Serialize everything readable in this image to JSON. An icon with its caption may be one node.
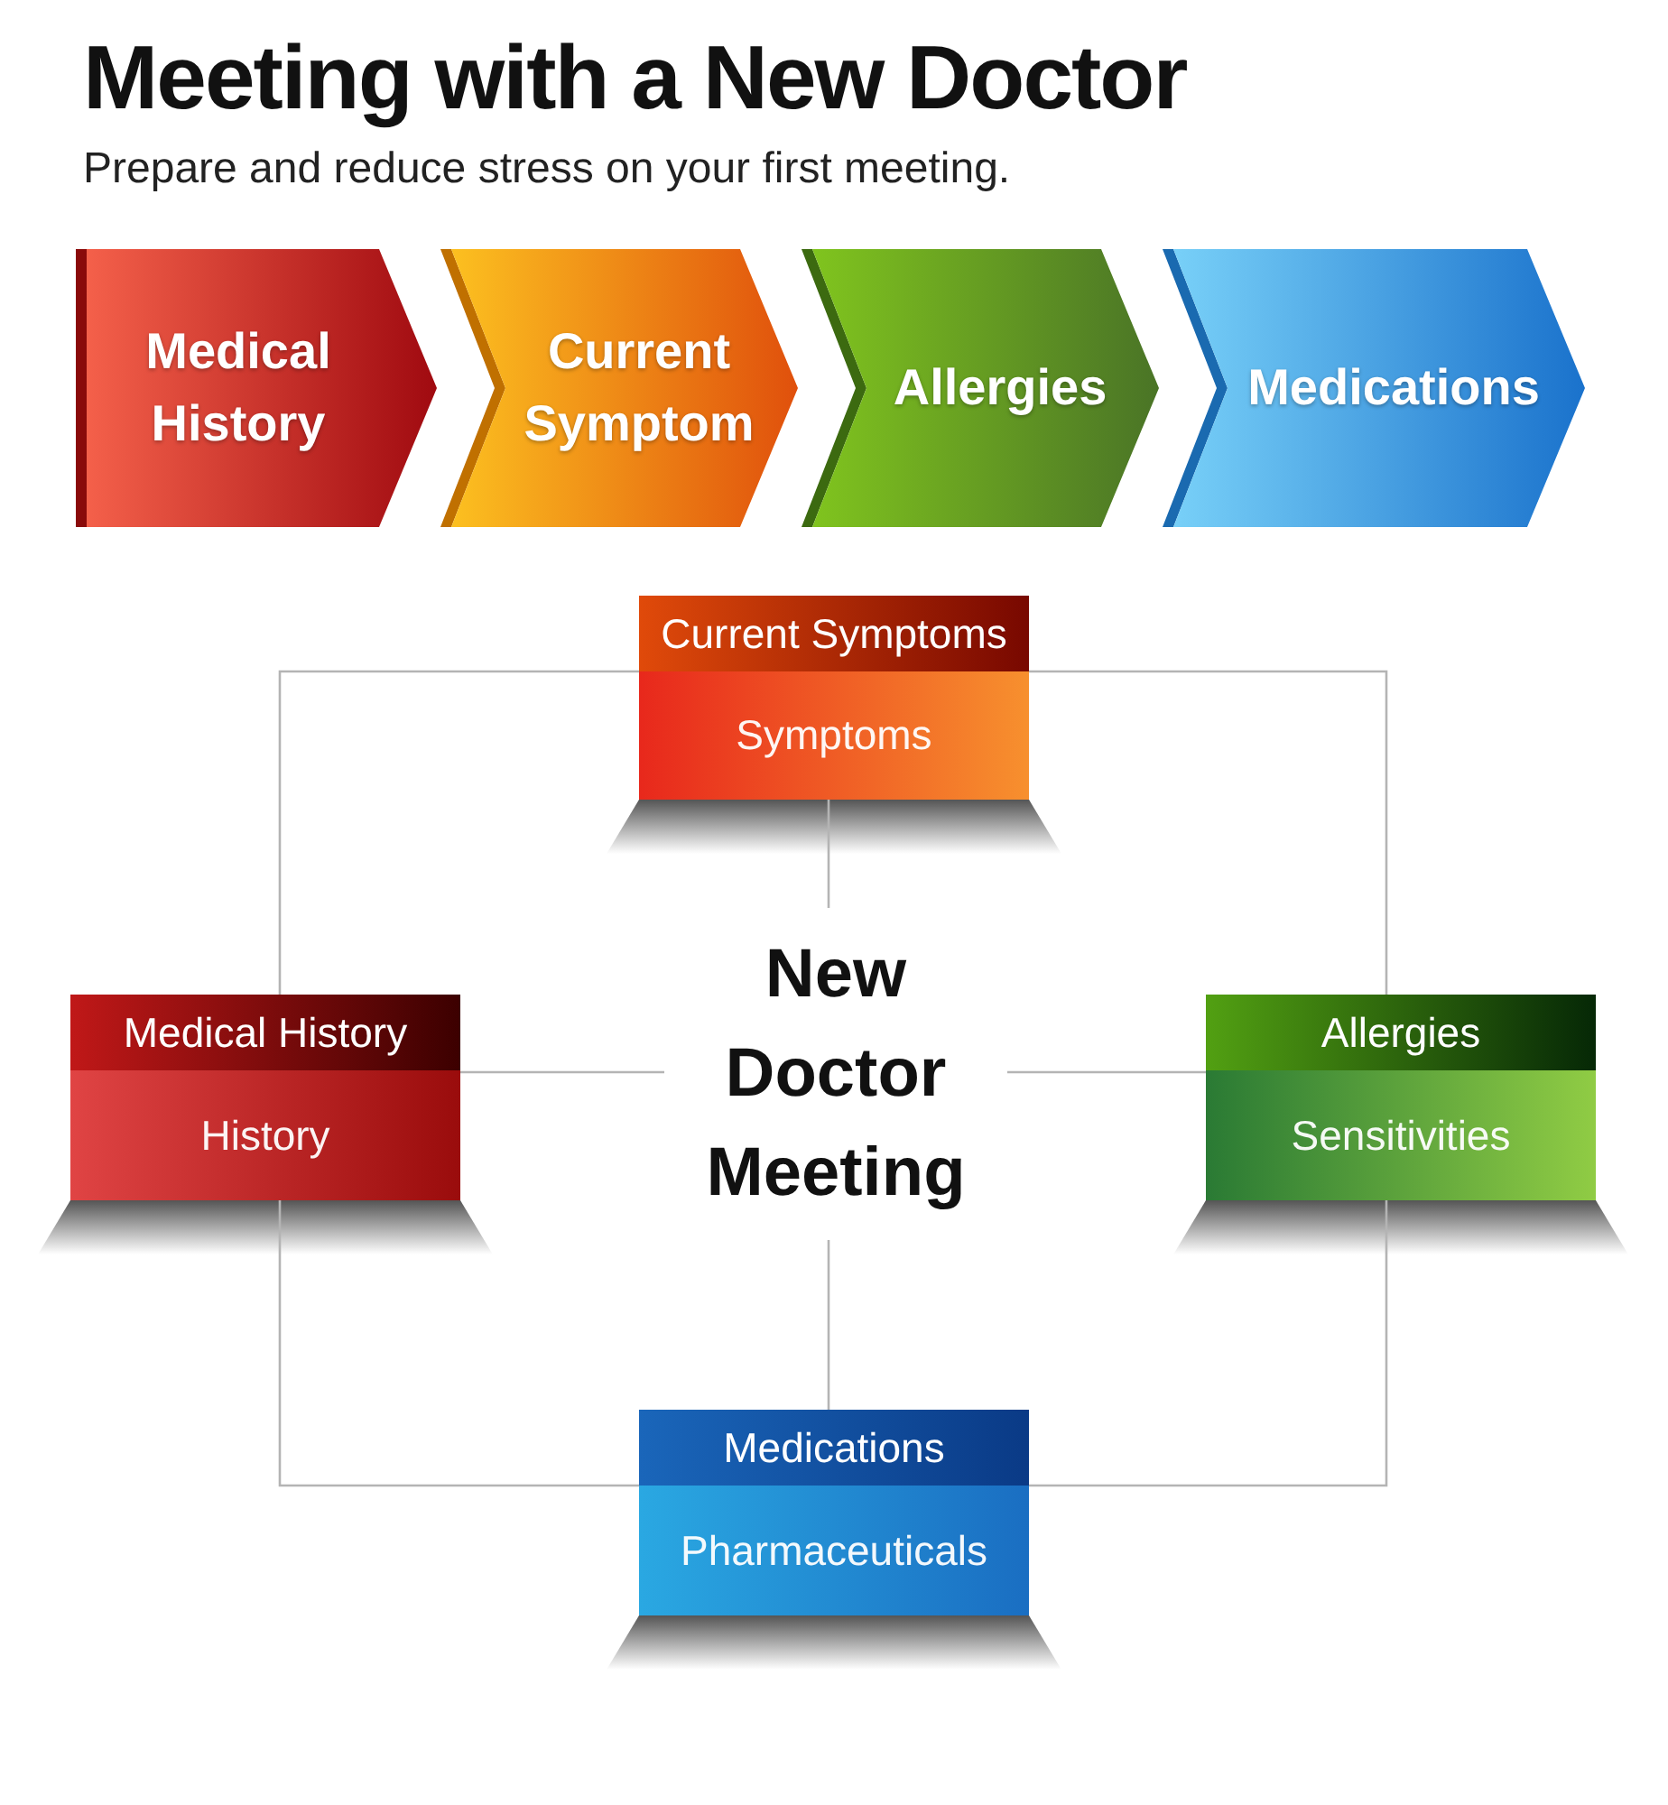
{
  "diagram": {
    "title": "Meeting with a New Doctor",
    "caption": "Prepare and reduce stress on your first meeting.",
    "nodes": [
      {
        "text": [
          "Medical History"
        ]
      },
      {
        "text": [
          "Current Symptom"
        ]
      },
      {
        "text": [
          "Allergies"
        ]
      },
      {
        "text": [
          "Medications"
        ]
      },
      {
        "text": [
          "New Doctor Meeting"
        ]
      },
      {
        "text": [
          "Current Symptoms",
          "Symptoms"
        ]
      },
      {
        "text": [
          "Medical History",
          "History"
        ]
      },
      {
        "text": [
          "Allergies",
          "Sensitivities"
        ]
      },
      {
        "text": [
          "Medications",
          "Pharmaceuticals"
        ]
      }
    ],
    "edges": [
      {
        "from": 4,
        "to": 5,
        "arrow": "none"
      },
      {
        "from": 4,
        "to": 6,
        "arrow": "none"
      },
      {
        "from": 4,
        "to": 7,
        "arrow": "none"
      },
      {
        "from": 4,
        "to": 8,
        "arrow": "none"
      },
      {
        "from": 5,
        "to": 6,
        "arrow": "none"
      },
      {
        "from": 6,
        "to": 8,
        "arrow": "none"
      },
      {
        "from": 8,
        "to": 7,
        "arrow": "none"
      },
      {
        "from": 7,
        "to": 5,
        "arrow": "none"
      }
    ]
  }
}
